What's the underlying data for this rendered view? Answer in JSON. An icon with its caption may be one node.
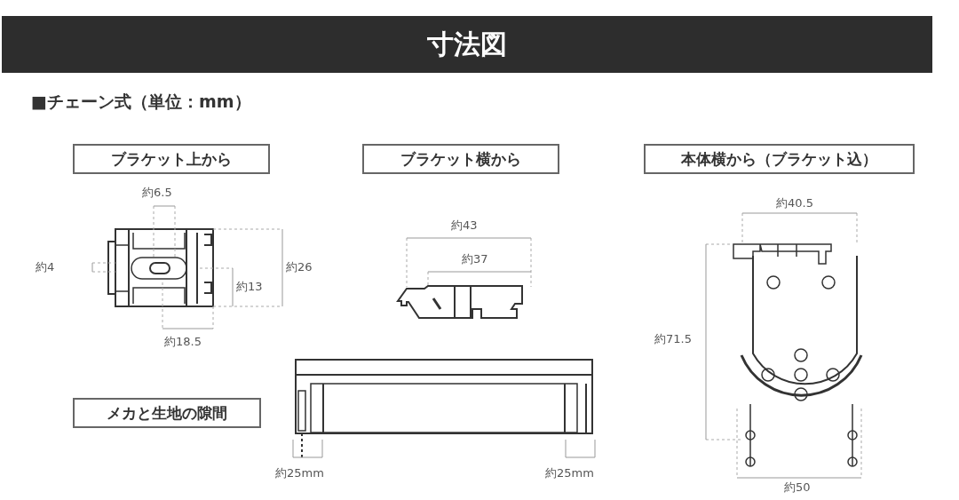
{
  "diagram": {
    "title": "寸法図",
    "nodes": [
      {
        "text": [
          "ブラケット上から"
        ]
      },
      {
        "text": [
          "ブラケット横から"
        ]
      },
      {
        "text": [
          "本体横から（ブラケット込）"
        ]
      },
      {
        "text": [
          "メカと生地の隙間"
        ]
      }
    ],
    "labels": [
      "■チェーン式（単位：mm）",
      "約6.5",
      "約4",
      "約26",
      "約13",
      "約18.5",
      "約43",
      "約37",
      "約40.5",
      "約71.5",
      "約50",
      "約25mm",
      "約25mm"
    ]
  }
}
